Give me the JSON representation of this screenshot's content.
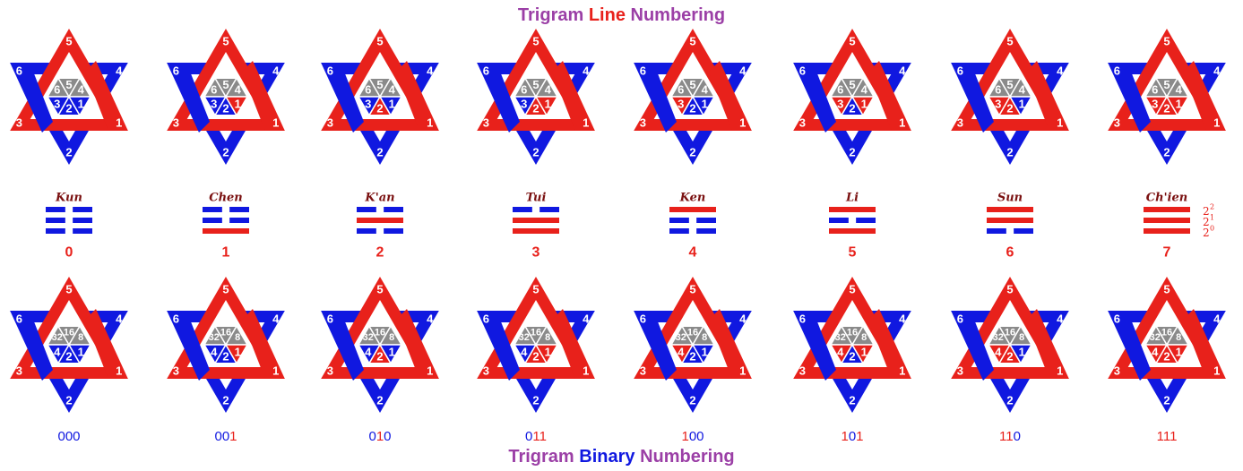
{
  "titles": {
    "top": {
      "part1": "Trigram",
      "part2": "Line",
      "part3": "Numbering"
    },
    "bottom": {
      "part1": "Trigram",
      "part2": "Binary",
      "part3": "Numbering"
    }
  },
  "star_outer_labels": [
    "5",
    "4",
    "1",
    "2",
    "3",
    "6"
  ],
  "line_labels_top": [
    "6",
    "5",
    "4"
  ],
  "line_labels_bottom": [
    "3",
    "2",
    "1"
  ],
  "binary_labels_top": [
    "32",
    "16",
    "8"
  ],
  "binary_labels_bottom": [
    "4",
    "2",
    "1"
  ],
  "powers": [
    "2",
    "2",
    "2"
  ],
  "power_exponents": [
    "2",
    "1",
    "0"
  ],
  "trigrams": [
    {
      "name": "Kun",
      "number": "0",
      "binary": [
        "0",
        "0",
        "0"
      ],
      "lines": [
        0,
        0,
        0
      ]
    },
    {
      "name": "Chen",
      "number": "1",
      "binary": [
        "0",
        "0",
        "1"
      ],
      "lines": [
        0,
        0,
        1
      ]
    },
    {
      "name": "K'an",
      "number": "2",
      "binary": [
        "0",
        "1",
        "0"
      ],
      "lines": [
        0,
        1,
        0
      ]
    },
    {
      "name": "Tui",
      "number": "3",
      "binary": [
        "0",
        "1",
        "1"
      ],
      "lines": [
        0,
        1,
        1
      ]
    },
    {
      "name": "Ken",
      "number": "4",
      "binary": [
        "1",
        "0",
        "0"
      ],
      "lines": [
        1,
        0,
        0
      ]
    },
    {
      "name": "Li",
      "number": "5",
      "binary": [
        "1",
        "0",
        "1"
      ],
      "lines": [
        1,
        0,
        1
      ]
    },
    {
      "name": "Sun",
      "number": "6",
      "binary": [
        "1",
        "1",
        "0"
      ],
      "lines": [
        1,
        1,
        0
      ]
    },
    {
      "name": "Ch'ien",
      "number": "7",
      "binary": [
        "1",
        "1",
        "1"
      ],
      "lines": [
        1,
        1,
        1
      ]
    }
  ],
  "colors": {
    "red": "#e8211b",
    "blue": "#1018e0",
    "gray": "#8a8a8a",
    "purple": "#9b3fa6",
    "name": "#7a1010"
  }
}
